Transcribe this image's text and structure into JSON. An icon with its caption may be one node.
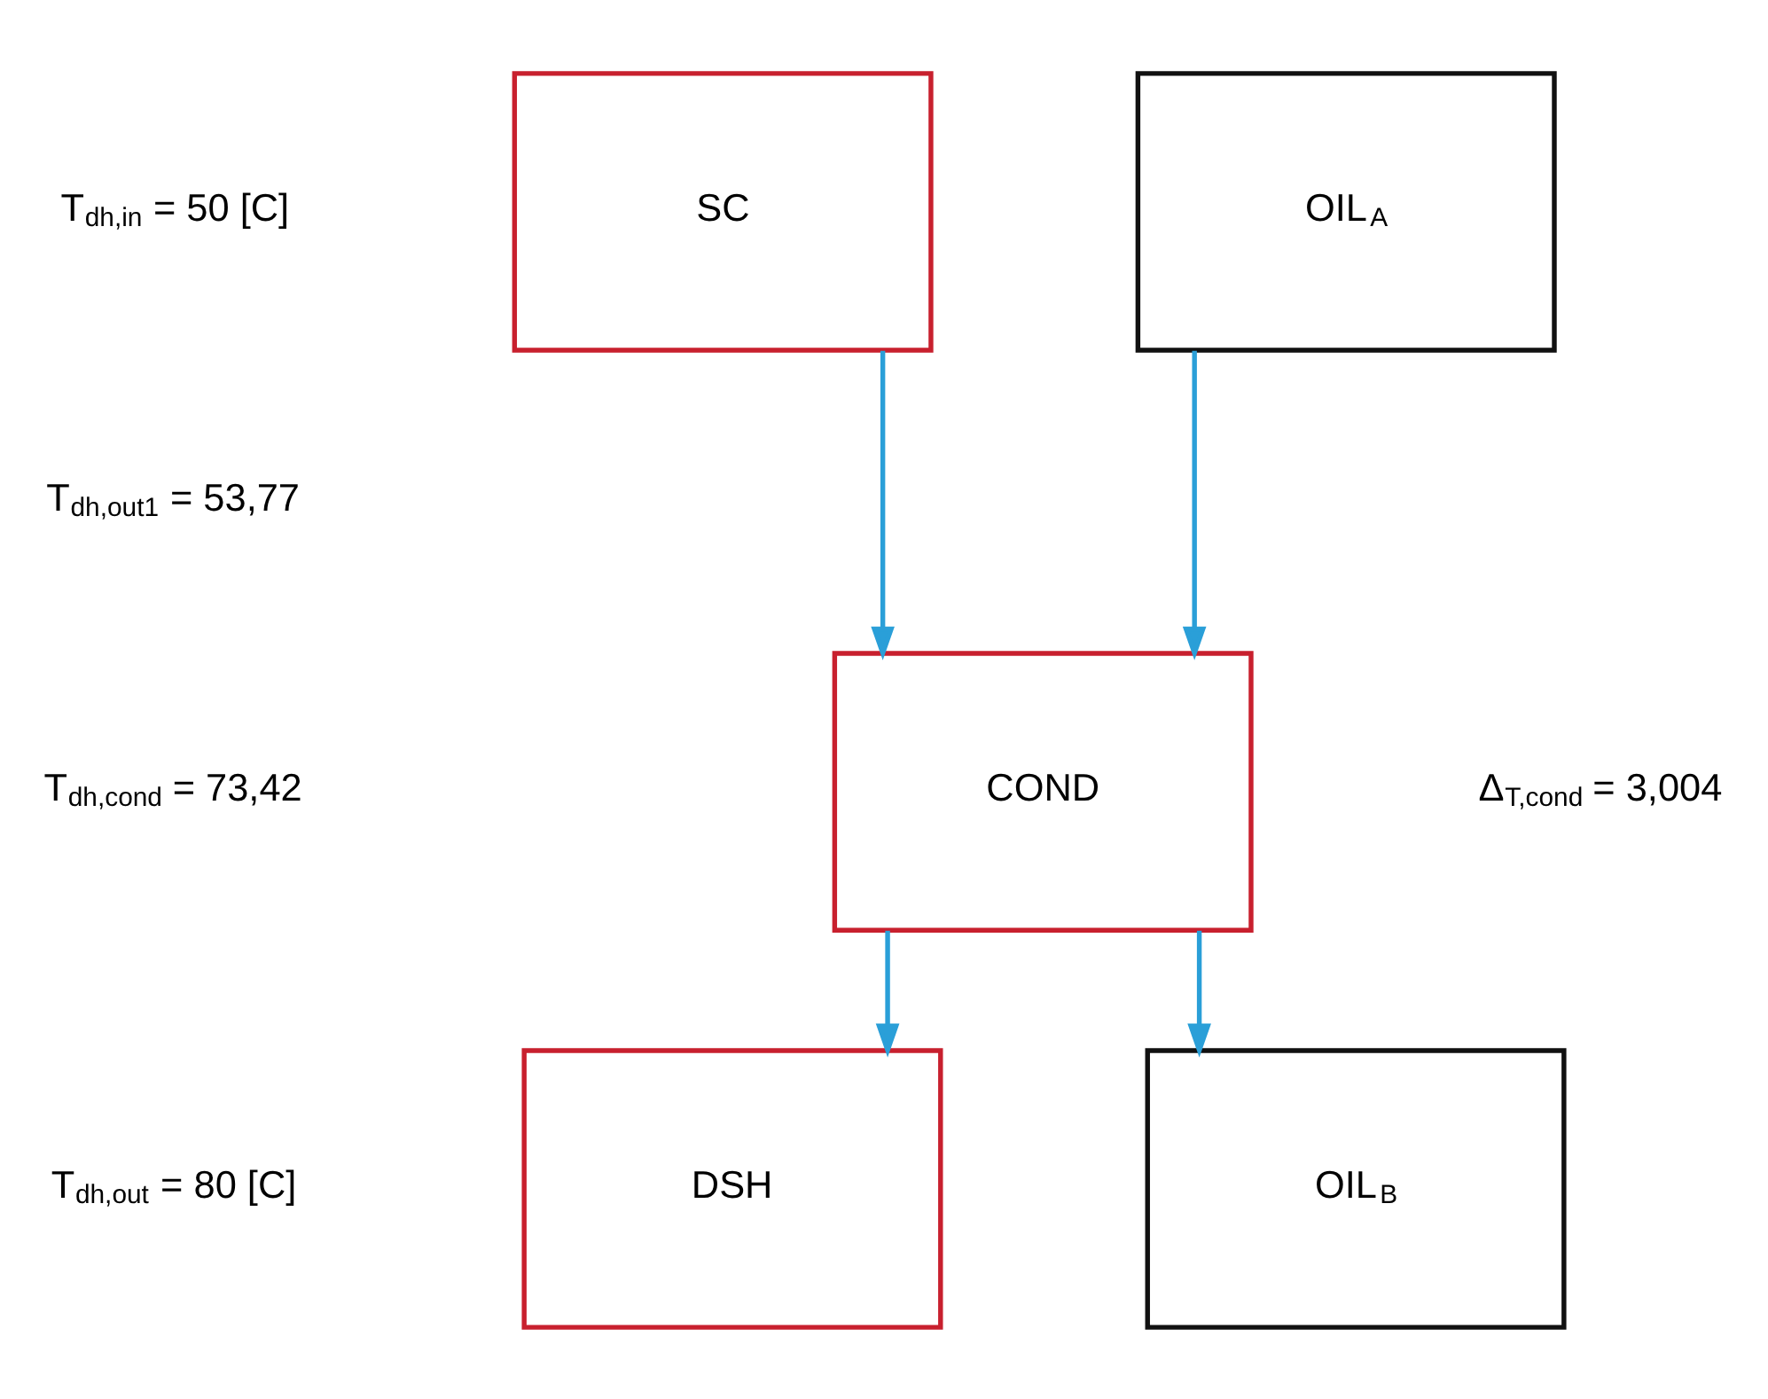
{
  "diagram": {
    "nodes": [
      {
        "text": [
          "SC"
        ]
      },
      {
        "text": [
          "OIL$_{A}$"
        ]
      },
      {
        "text": [
          "COND"
        ]
      },
      {
        "text": [
          "DSH"
        ]
      },
      {
        "text": [
          "OIL$_{B}$"
        ]
      }
    ],
    "edges": [
      {
        "from": 0,
        "to": 2,
        "arrow": "to"
      },
      {
        "from": 1,
        "to": 2,
        "arrow": "to"
      },
      {
        "from": 2,
        "to": 3,
        "arrow": "to"
      },
      {
        "from": 2,
        "to": 4,
        "arrow": "to"
      }
    ],
    "labels": [
      "T$_{dh,in}$ = 50 [C]",
      "T$_{dh,out1}$ = 53,77",
      "T$_{dh,cond}$ = 73,42",
      "Δ$_{T,cond}$ = 3,004",
      "T$_{dh,out}$ = 80 [C]"
    ]
  }
}
